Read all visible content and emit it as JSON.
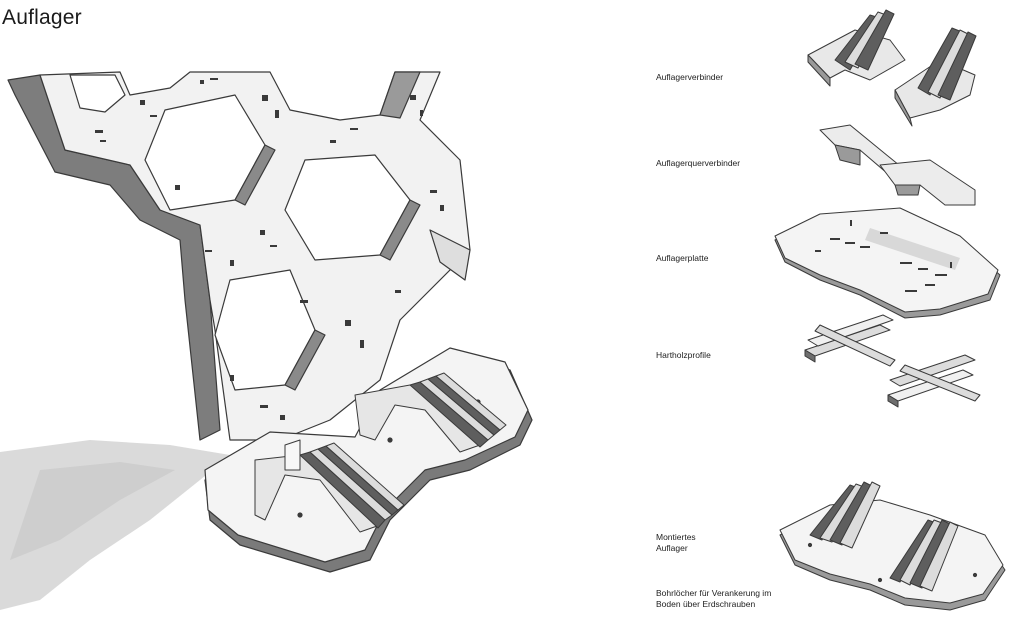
{
  "title": "Auflager",
  "labels": {
    "connector": "Auflagerverbinder",
    "cross_connector": "Auflagerquerverbinder",
    "plate": "Auflagerplatte",
    "hardwood": "Hartholzprofile",
    "mounted": "Montiertes\nAuflager",
    "drill_holes": "Bohrlöcher für Verankerung im\nBoden über Erdschrauben"
  },
  "colors": {
    "paper": "#ffffff",
    "part_face": "#f2f2f2",
    "part_edge": "#3a3a3a",
    "shadow": "#cfcfcf",
    "dark_face": "#6e6e6e"
  }
}
